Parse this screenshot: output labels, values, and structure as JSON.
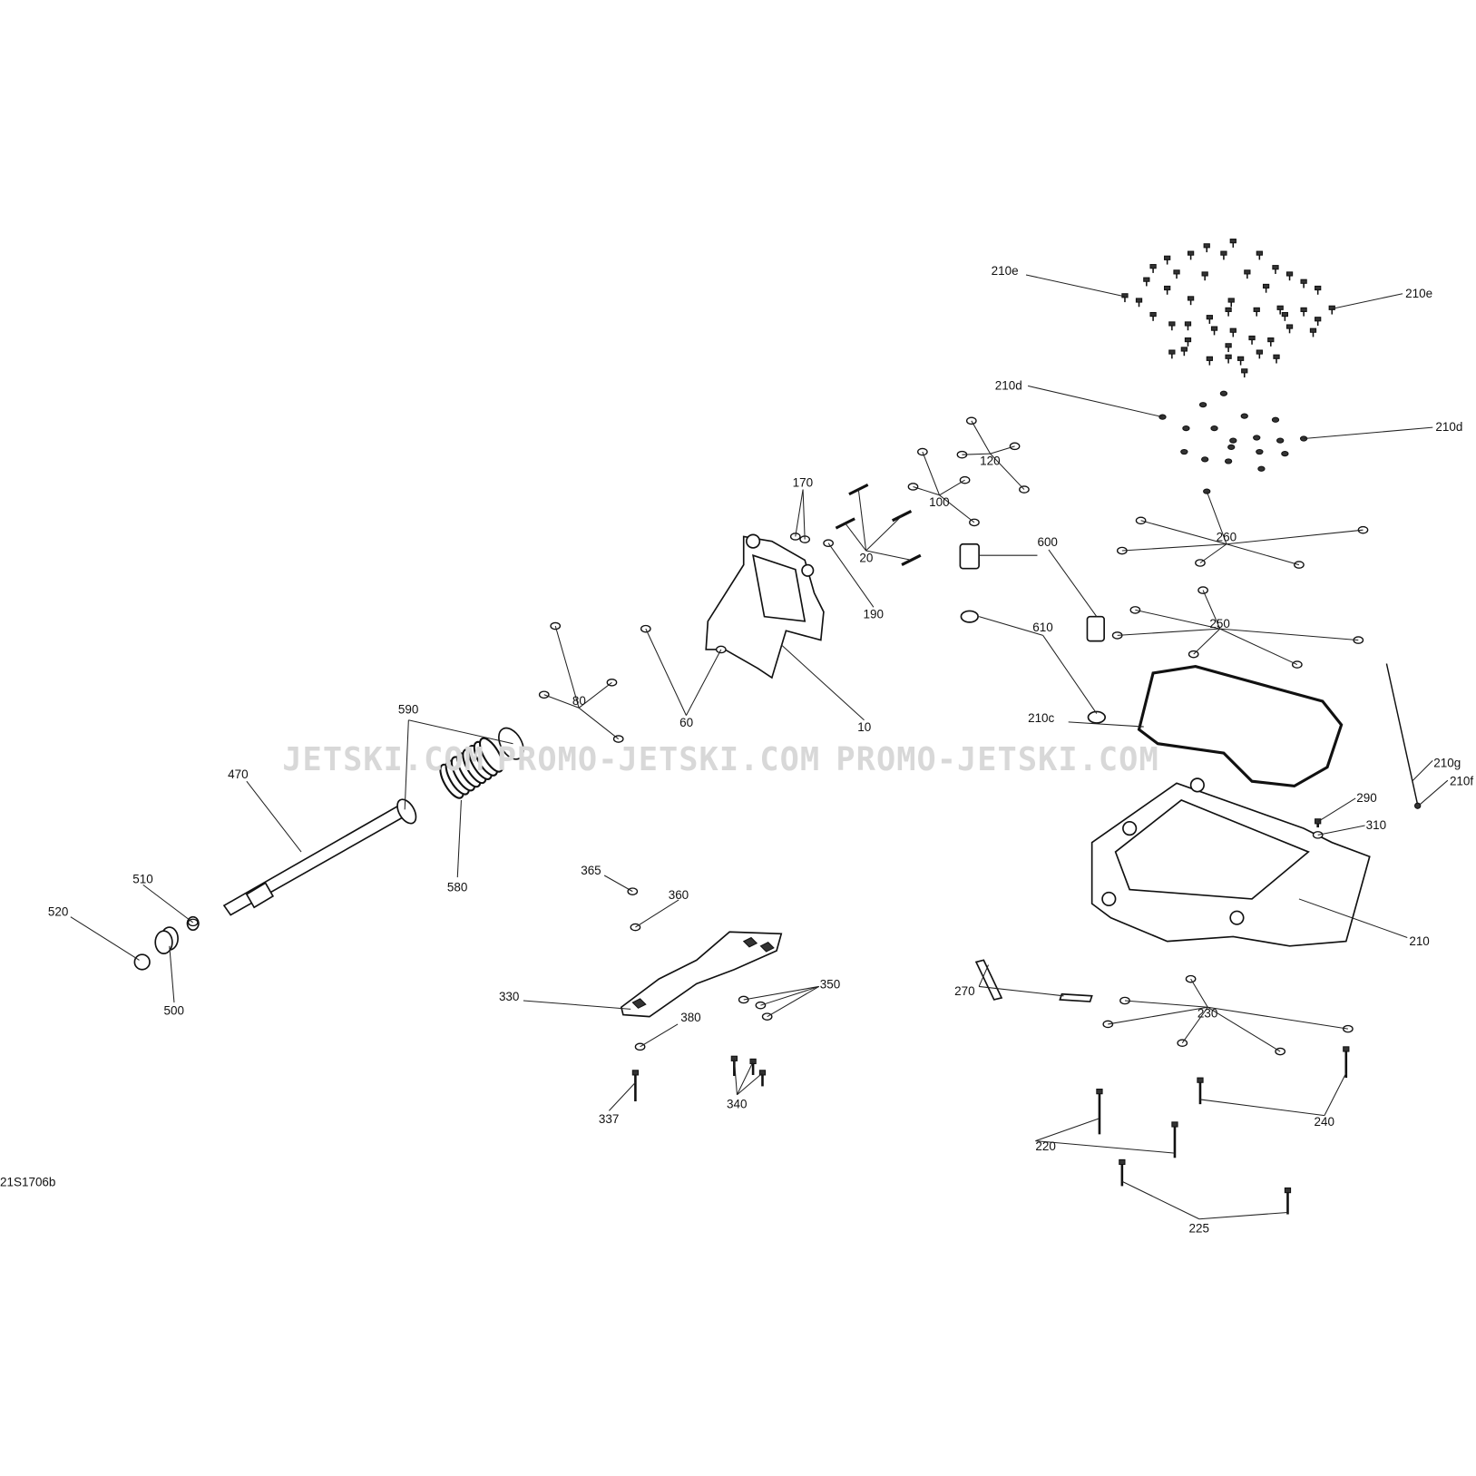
{
  "diagram": {
    "reference_code": "21S1706b",
    "watermark": [
      "JETSKI.COM",
      "PROMO-JETSKI.COM",
      "PROMO-JETSKI.COM"
    ],
    "callouts": {
      "c210e_left": "210e",
      "c210e_right": "210e",
      "c210d_left": "210d",
      "c210d_right": "210d",
      "c120": "120",
      "c100": "100",
      "c170": "170",
      "c20": "20",
      "c190": "190",
      "c600": "600",
      "c260": "260",
      "c250": "250",
      "c610": "610",
      "c10": "10",
      "c60": "60",
      "c80": "80",
      "c590": "590",
      "c210c": "210c",
      "c210g": "210g",
      "c210f": "210f",
      "c470": "470",
      "c580": "580",
      "c290": "290",
      "c310": "310",
      "c510": "510",
      "c520": "520",
      "c500": "500",
      "c365": "365",
      "c360": "360",
      "c210": "210",
      "c330": "330",
      "c350": "350",
      "c270": "270",
      "c230": "230",
      "c380": "380",
      "c340": "340",
      "c337": "337",
      "c240": "240",
      "c220": "220",
      "c225": "225"
    }
  }
}
